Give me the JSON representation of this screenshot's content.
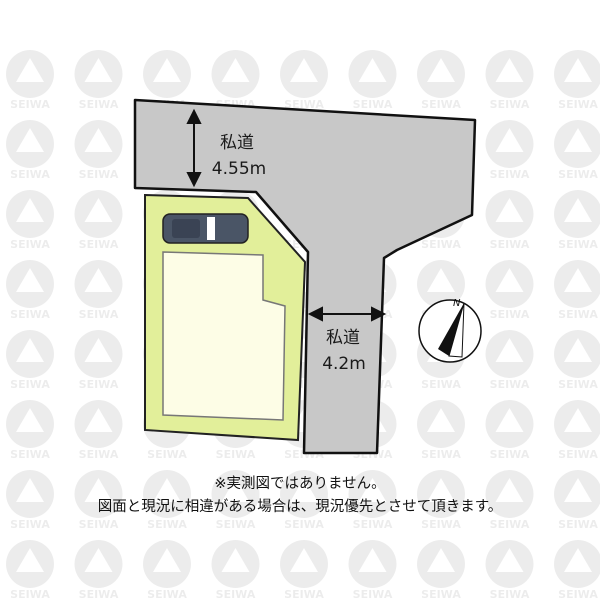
{
  "roads": {
    "top": {
      "name": "私道",
      "width": "4.55m"
    },
    "right": {
      "name": "私道",
      "width": "4.2m"
    }
  },
  "compass": {
    "label": "N",
    "icon": "north-arrow-icon"
  },
  "vehicle": {
    "icon": "car-icon"
  },
  "note": {
    "line1": "※実測図ではありません。",
    "line2": "図面と現況に相違がある場合は、現況優先とさせて頂きます。"
  },
  "watermark": {
    "text": "SEIWA"
  },
  "colors": {
    "road": "#c8c8c8",
    "lot": "#e2ef9a",
    "building": "#fdfde6",
    "car": "#4a5566",
    "outline": "#111111"
  }
}
